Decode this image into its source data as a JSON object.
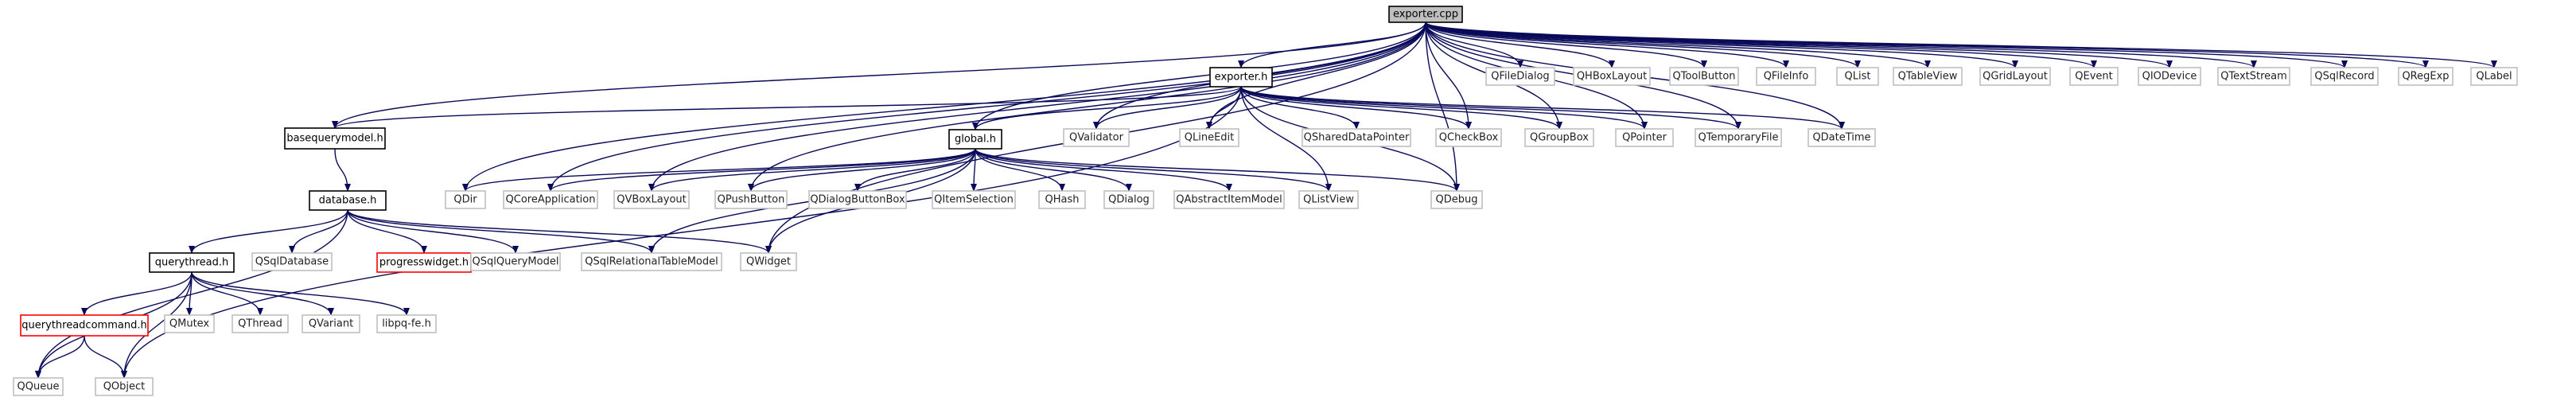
{
  "diagram": {
    "colors": {
      "edge": "#0a0a5a",
      "root_fill": "#bfbfbf",
      "documented_border": "#000000",
      "external_border": "#bfbfbf",
      "missing_border": "#ff0000"
    },
    "nodes": [
      {
        "id": "exporter_cpp",
        "label": "exporter.cpp",
        "kind": "root"
      },
      {
        "id": "basequerymodel_h",
        "label": "basequerymodel.h",
        "kind": "doc"
      },
      {
        "id": "database_h",
        "label": "database.h",
        "kind": "doc"
      },
      {
        "id": "querythread_h",
        "label": "querythread.h",
        "kind": "doc"
      },
      {
        "id": "querythreadcommand_h",
        "label": "querythreadcommand.h",
        "kind": "missing"
      },
      {
        "id": "progresswidget_h",
        "label": "progresswidget.h",
        "kind": "missing"
      },
      {
        "id": "exporter_h",
        "label": "exporter.h",
        "kind": "doc"
      },
      {
        "id": "global_h",
        "label": "global.h",
        "kind": "doc"
      },
      {
        "id": "QQueue",
        "label": "QQueue",
        "kind": "ext"
      },
      {
        "id": "QObject",
        "label": "QObject",
        "kind": "ext"
      },
      {
        "id": "QMutex",
        "label": "QMutex",
        "kind": "ext"
      },
      {
        "id": "QThread",
        "label": "QThread",
        "kind": "ext"
      },
      {
        "id": "QVariant",
        "label": "QVariant",
        "kind": "ext"
      },
      {
        "id": "libpq_fe_h",
        "label": "libpq-fe.h",
        "kind": "ext"
      },
      {
        "id": "QSqlDatabase",
        "label": "QSqlDatabase",
        "kind": "ext"
      },
      {
        "id": "QSqlQueryModel",
        "label": "QSqlQueryModel",
        "kind": "ext"
      },
      {
        "id": "QSqlRelationalTableModel",
        "label": "QSqlRelationalTableModel",
        "kind": "ext"
      },
      {
        "id": "QWidget",
        "label": "QWidget",
        "kind": "ext"
      },
      {
        "id": "QDir",
        "label": "QDir",
        "kind": "ext"
      },
      {
        "id": "QCoreApplication",
        "label": "QCoreApplication",
        "kind": "ext"
      },
      {
        "id": "QVBoxLayout",
        "label": "QVBoxLayout",
        "kind": "ext"
      },
      {
        "id": "QPushButton",
        "label": "QPushButton",
        "kind": "ext"
      },
      {
        "id": "QDialogButtonBox",
        "label": "QDialogButtonBox",
        "kind": "ext"
      },
      {
        "id": "QItemSelection",
        "label": "QItemSelection",
        "kind": "ext"
      },
      {
        "id": "QHash",
        "label": "QHash",
        "kind": "ext"
      },
      {
        "id": "QDialog",
        "label": "QDialog",
        "kind": "ext"
      },
      {
        "id": "QAbstractItemModel",
        "label": "QAbstractItemModel",
        "kind": "ext"
      },
      {
        "id": "QListView",
        "label": "QListView",
        "kind": "ext"
      },
      {
        "id": "QDebug",
        "label": "QDebug",
        "kind": "ext"
      },
      {
        "id": "QValidator",
        "label": "QValidator",
        "kind": "ext"
      },
      {
        "id": "QLineEdit",
        "label": "QLineEdit",
        "kind": "ext"
      },
      {
        "id": "QSharedDataPointer",
        "label": "QSharedDataPointer",
        "kind": "ext"
      },
      {
        "id": "QCheckBox",
        "label": "QCheckBox",
        "kind": "ext"
      },
      {
        "id": "QGroupBox",
        "label": "QGroupBox",
        "kind": "ext"
      },
      {
        "id": "QPointer",
        "label": "QPointer",
        "kind": "ext"
      },
      {
        "id": "QTemporaryFile",
        "label": "QTemporaryFile",
        "kind": "ext"
      },
      {
        "id": "QDateTime",
        "label": "QDateTime",
        "kind": "ext"
      },
      {
        "id": "QFileDialog",
        "label": "QFileDialog",
        "kind": "ext"
      },
      {
        "id": "QHBoxLayout",
        "label": "QHBoxLayout",
        "kind": "ext"
      },
      {
        "id": "QToolButton",
        "label": "QToolButton",
        "kind": "ext"
      },
      {
        "id": "QFileInfo",
        "label": "QFileInfo",
        "kind": "ext"
      },
      {
        "id": "QList",
        "label": "QList",
        "kind": "ext"
      },
      {
        "id": "QTableView",
        "label": "QTableView",
        "kind": "ext"
      },
      {
        "id": "QGridLayout",
        "label": "QGridLayout",
        "kind": "ext"
      },
      {
        "id": "QEvent",
        "label": "QEvent",
        "kind": "ext"
      },
      {
        "id": "QIODevice",
        "label": "QIODevice",
        "kind": "ext"
      },
      {
        "id": "QTextStream",
        "label": "QTextStream",
        "kind": "ext"
      },
      {
        "id": "QSqlRecord",
        "label": "QSqlRecord",
        "kind": "ext"
      },
      {
        "id": "QRegExp",
        "label": "QRegExp",
        "kind": "ext"
      },
      {
        "id": "QLabel",
        "label": "QLabel",
        "kind": "ext"
      }
    ],
    "edges": [
      [
        "exporter_cpp",
        "basequerymodel_h"
      ],
      [
        "exporter_cpp",
        "global_h"
      ],
      [
        "exporter_cpp",
        "exporter_h"
      ],
      [
        "exporter_cpp",
        "QDir"
      ],
      [
        "exporter_cpp",
        "QCoreApplication"
      ],
      [
        "exporter_cpp",
        "QVBoxLayout"
      ],
      [
        "exporter_cpp",
        "QPushButton"
      ],
      [
        "exporter_cpp",
        "QWidget"
      ],
      [
        "exporter_cpp",
        "QDebug"
      ],
      [
        "exporter_cpp",
        "QValidator"
      ],
      [
        "exporter_cpp",
        "QLineEdit"
      ],
      [
        "exporter_cpp",
        "QCheckBox"
      ],
      [
        "exporter_cpp",
        "QGroupBox"
      ],
      [
        "exporter_cpp",
        "QPointer"
      ],
      [
        "exporter_cpp",
        "QTemporaryFile"
      ],
      [
        "exporter_cpp",
        "QDateTime"
      ],
      [
        "exporter_cpp",
        "QFileDialog"
      ],
      [
        "exporter_cpp",
        "QHBoxLayout"
      ],
      [
        "exporter_cpp",
        "QToolButton"
      ],
      [
        "exporter_cpp",
        "QFileInfo"
      ],
      [
        "exporter_cpp",
        "QList"
      ],
      [
        "exporter_cpp",
        "QTableView"
      ],
      [
        "exporter_cpp",
        "QGridLayout"
      ],
      [
        "exporter_cpp",
        "QEvent"
      ],
      [
        "exporter_cpp",
        "QIODevice"
      ],
      [
        "exporter_cpp",
        "QTextStream"
      ],
      [
        "exporter_cpp",
        "QSqlRecord"
      ],
      [
        "exporter_cpp",
        "QRegExp"
      ],
      [
        "exporter_cpp",
        "QLabel"
      ],
      [
        "exporter_h",
        "basequerymodel_h"
      ],
      [
        "exporter_h",
        "global_h"
      ],
      [
        "exporter_h",
        "QValidator"
      ],
      [
        "exporter_h",
        "QLineEdit"
      ],
      [
        "exporter_h",
        "QSharedDataPointer"
      ],
      [
        "exporter_h",
        "QCheckBox"
      ],
      [
        "exporter_h",
        "QGroupBox"
      ],
      [
        "exporter_h",
        "QPointer"
      ],
      [
        "exporter_h",
        "QTemporaryFile"
      ],
      [
        "exporter_h",
        "QDateTime"
      ],
      [
        "exporter_h",
        "QDebug"
      ],
      [
        "exporter_h",
        "QObject"
      ],
      [
        "exporter_h",
        "QListView"
      ],
      [
        "basequerymodel_h",
        "database_h"
      ],
      [
        "database_h",
        "querythread_h"
      ],
      [
        "database_h",
        "QSqlDatabase"
      ],
      [
        "database_h",
        "progresswidget_h"
      ],
      [
        "database_h",
        "QSqlQueryModel"
      ],
      [
        "database_h",
        "QSqlRelationalTableModel"
      ],
      [
        "database_h",
        "QWidget"
      ],
      [
        "database_h",
        "QQueue"
      ],
      [
        "querythread_h",
        "querythreadcommand_h"
      ],
      [
        "querythread_h",
        "QQueue"
      ],
      [
        "querythread_h",
        "QObject"
      ],
      [
        "querythread_h",
        "QMutex"
      ],
      [
        "querythread_h",
        "QThread"
      ],
      [
        "querythread_h",
        "QVariant"
      ],
      [
        "querythread_h",
        "libpq_fe_h"
      ],
      [
        "querythreadcommand_h",
        "QQueue"
      ],
      [
        "querythreadcommand_h",
        "QObject"
      ],
      [
        "global_h",
        "QDir"
      ],
      [
        "global_h",
        "QCoreApplication"
      ],
      [
        "global_h",
        "QVBoxLayout"
      ],
      [
        "global_h",
        "QPushButton"
      ],
      [
        "global_h",
        "QDialogButtonBox"
      ],
      [
        "global_h",
        "QItemSelection"
      ],
      [
        "global_h",
        "QHash"
      ],
      [
        "global_h",
        "QDialog"
      ],
      [
        "global_h",
        "QAbstractItemModel"
      ],
      [
        "global_h",
        "QListView"
      ],
      [
        "global_h",
        "QDebug"
      ],
      [
        "global_h",
        "QSqlRelationalTableModel"
      ],
      [
        "global_h",
        "QWidget"
      ]
    ]
  }
}
